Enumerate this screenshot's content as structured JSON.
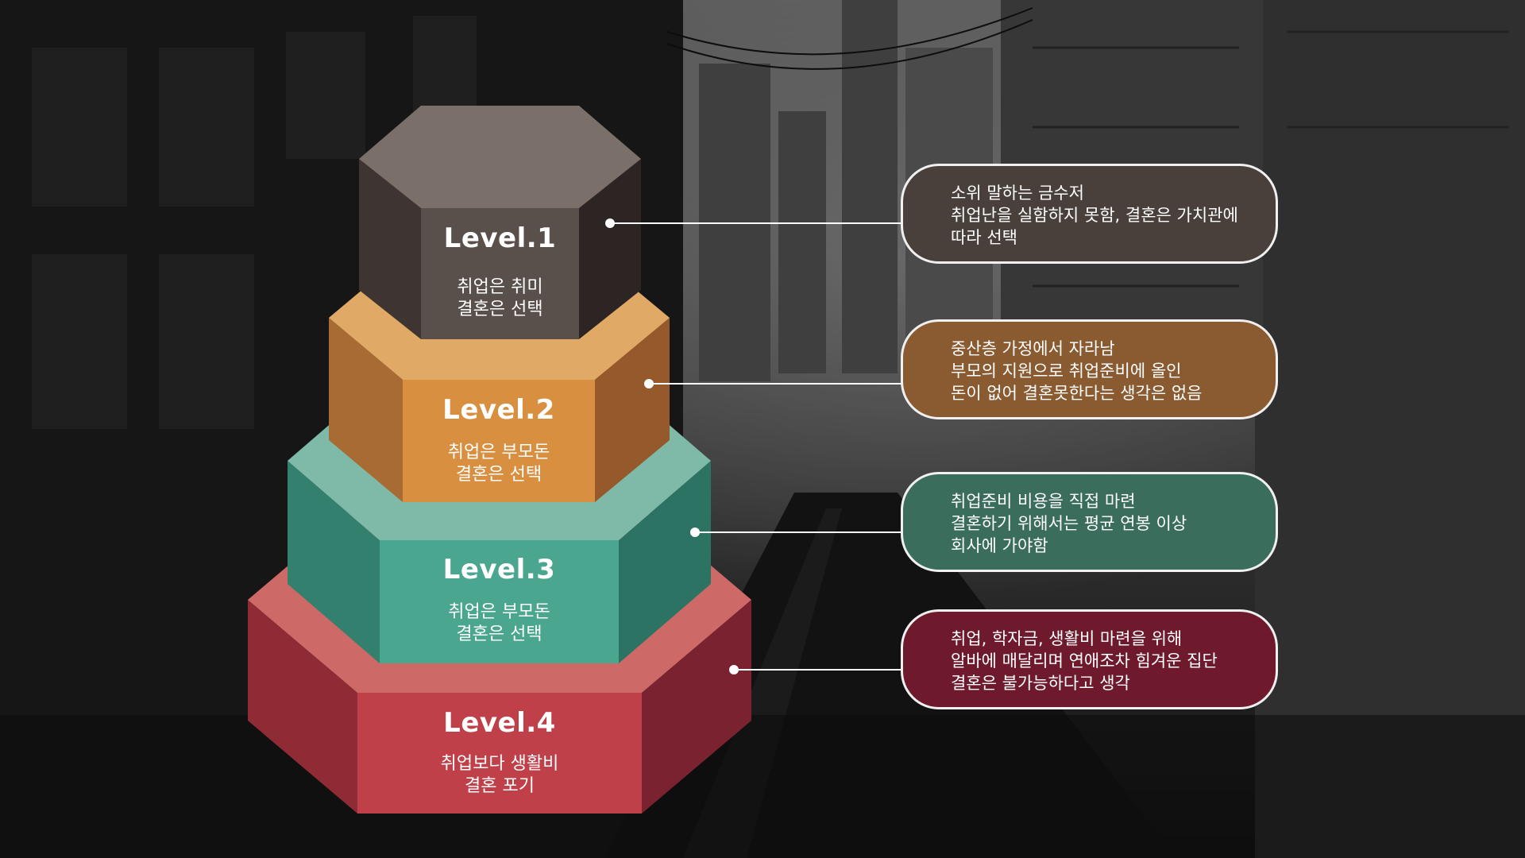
{
  "levels": [
    {
      "title": "Level.1",
      "lines": [
        "취업은 취미",
        "결혼은 선택"
      ],
      "colors": {
        "top": "#7b7069",
        "front": "#5a504b",
        "left": "#3e3532",
        "right": "#2c2523"
      }
    },
    {
      "title": "Level.2",
      "lines": [
        "취업은 부모돈",
        "결혼은 선택"
      ],
      "colors": {
        "top": "#e0a966",
        "front": "#d98f40",
        "left": "#a96b34",
        "right": "#96592b"
      }
    },
    {
      "title": "Level.3",
      "lines": [
        "취업은 부모돈",
        "결혼은 선택"
      ],
      "colors": {
        "top": "#7fbaa9",
        "front": "#4ba690",
        "left": "#33806f",
        "right": "#2c7364"
      }
    },
    {
      "title": "Level.4",
      "lines": [
        "취업보다 생활비",
        "결혼 포기"
      ],
      "colors": {
        "top": "#cd6966",
        "front": "#c0404a",
        "left": "#8e2b34",
        "right": "#7a2230"
      }
    }
  ],
  "callouts": [
    {
      "lines": [
        "소위 말하는 금수저",
        "취업난을 실함하지 못함, 결혼은 가치관에",
        "따라 선택"
      ],
      "color": "#4a403b"
    },
    {
      "lines": [
        "중산층 가정에서 자라남",
        "부모의 지원으로 취업준비에 올인",
        "돈이 없어 결혼못한다는 생각은 없음"
      ],
      "color": "#8a5a30"
    },
    {
      "lines": [
        "취업준비 비용을 직접 마련",
        "결혼하기 위해서는 평균 연봉 이상",
        "회사에 가야함"
      ],
      "color": "#3a6d5b"
    },
    {
      "lines": [
        "취업, 학자금, 생활비 마련을 위해",
        "알바에 매달리며 연애조차 힘겨운 집단",
        "결혼은 불가능하다고 생각"
      ],
      "color": "#6e1a2c"
    }
  ]
}
